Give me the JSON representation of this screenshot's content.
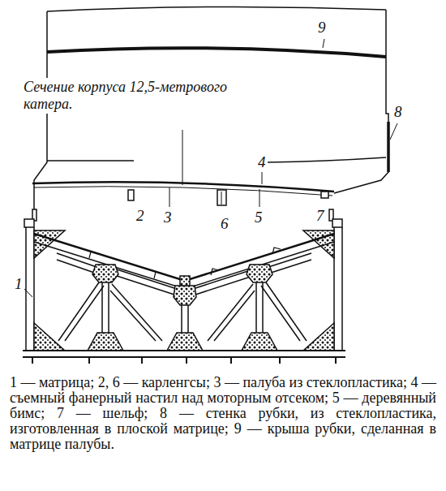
{
  "diagram": {
    "title": "Сечение корпуса 12,5-метрового катера.",
    "caption": "1 — матрица; 2, 6 — карленгсы; 3 — палуба из стеклопластика; 4 — съемный фанерный настил над моторным отсеком; 5 — деревянный бимс; 7 — шельф; 8 — стенка рубки, из стеклопластика, изготовленная в плоской матрице; 9 — крыша рубки, сделанная в матрице палубы.",
    "labels": [
      "1",
      "2",
      "3",
      "4",
      "5",
      "6",
      "7",
      "8",
      "9"
    ]
  }
}
